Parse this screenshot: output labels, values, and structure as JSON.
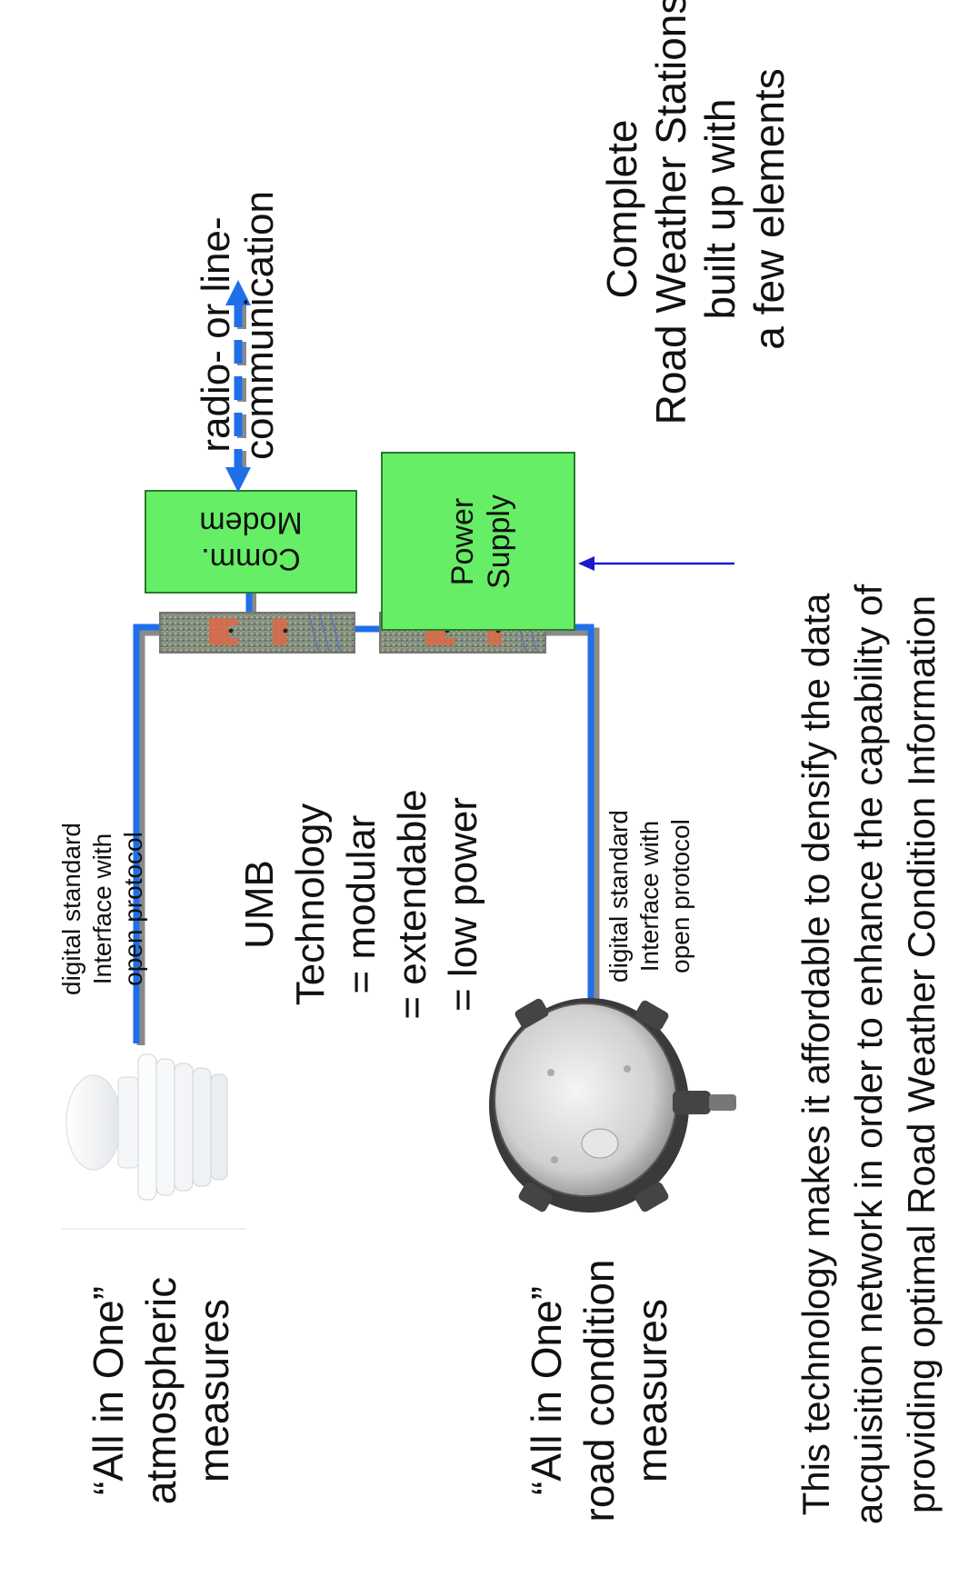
{
  "atmospheric_label": [
    "“All in One”",
    "atmospheric",
    "measures"
  ],
  "road_label": [
    "“All in One”",
    "road condition",
    "measures"
  ],
  "interface_label_top": [
    "digital standard",
    "Interface with",
    "open protocol"
  ],
  "interface_label_bottom": [
    "digital standard",
    "Interface with",
    "open protocol"
  ],
  "umb_label": [
    "UMB",
    "Technology",
    "= modular",
    "= extendable",
    "= low power"
  ],
  "comm_modem": [
    "Comm.",
    "Modem"
  ],
  "power_supply": [
    "Power",
    "Supply"
  ],
  "radio_label": [
    "radio- or line-",
    "communication"
  ],
  "complete_label": [
    "Complete",
    "Road Weather Stations",
    "built up with",
    "a few elements"
  ],
  "bottom_text": [
    "This technology makes it affordable to densify the data",
    "acquisition network in order to enhance the capability of",
    "providing optimal Road Weather Condition Information"
  ],
  "colors": {
    "wire": "#1f6fe8",
    "wire_shadow": "#8a8a8a",
    "box_fill": "#66ee66",
    "box_stroke": "#2a7a2a",
    "power_arrow": "#1a1acc"
  }
}
